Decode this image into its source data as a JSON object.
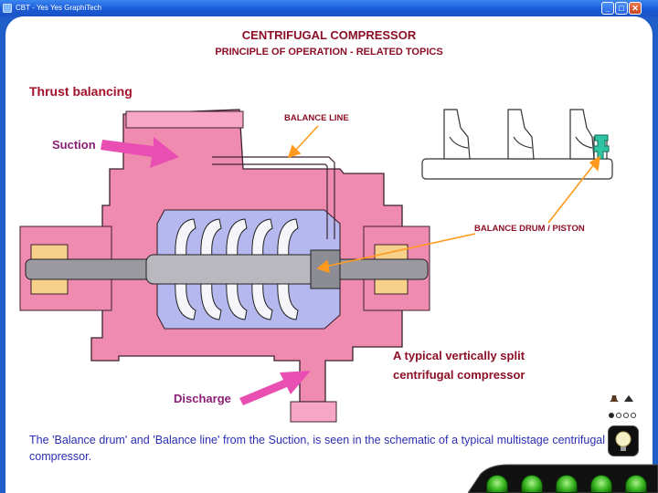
{
  "window": {
    "title": "CBT - Yes Yes GraphiTech",
    "buttons": [
      "minimize",
      "maximize",
      "close"
    ],
    "min_glyph": "_",
    "max_glyph": "□",
    "close_glyph": "✕"
  },
  "header": {
    "title": "CENTRIFUGAL COMPRESSOR",
    "subtitle": "PRINCIPLE OF OPERATION - RELATED TOPICS"
  },
  "section": {
    "title": "Thrust balancing"
  },
  "diagram": {
    "labels": {
      "balance_line": "BALANCE LINE",
      "balance_drum": "BALANCE DRUM / PISTON",
      "suction": "Suction",
      "discharge": "Discharge"
    },
    "caption_line1": "A typical vertically split",
    "caption_line2": "centrifugal compressor",
    "colors": {
      "casing": "#f08bb0",
      "interior": "#b4b8ee",
      "impeller": "#f6f6fa",
      "shaft": "#9a9aa0",
      "flow_arrow": "#e94fb3",
      "callout_arrow": "#ff9a1f",
      "drum_highlight": "#2ec4a4",
      "bearing_housing": "#f7d08a"
    }
  },
  "description": "The 'Balance drum' and 'Balance line' from the Suction, is seen in the schematic of a typical multistage centrifugal compressor.",
  "tools": {
    "icons": [
      "hat-icon",
      "hat-icon",
      "bulb-icon"
    ],
    "dots_total": 4,
    "dots_active": 1
  },
  "nav": {
    "buttons": [
      "back",
      "previous",
      "home",
      "next",
      "forward"
    ]
  },
  "theme": {
    "frame_blue": "#1f5ec8",
    "title_red": "#8c0f26",
    "text_blue": "#2b2db2",
    "nav_green": "#34b21c"
  }
}
